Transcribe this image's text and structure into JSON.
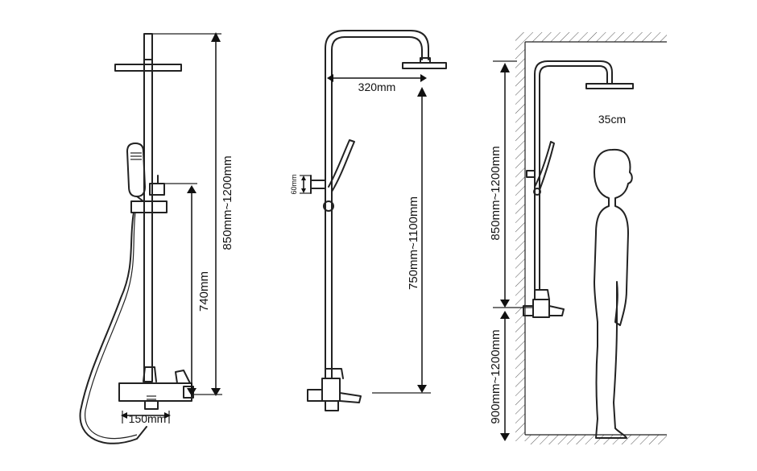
{
  "view1": {
    "total_height_label": "850mm~1200mm",
    "mixer_height_label": "740mm",
    "mixer_width_label": "150mm"
  },
  "view2": {
    "arm_length_label": "320mm",
    "rail_height_label": "750mm~1100mm",
    "bracket_label": "60mm"
  },
  "view3": {
    "head_diameter_label": "35cm",
    "upper_height_label": "850mm~1200mm",
    "lower_height_label": "900mm~1200mm"
  }
}
